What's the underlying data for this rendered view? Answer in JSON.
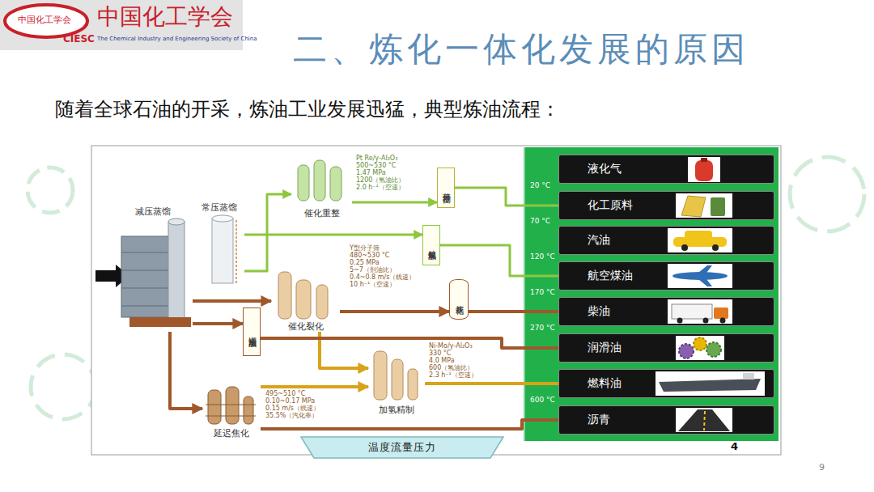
{
  "diagram": {
    "title": "二、炼化一体化发展的原因",
    "nodes": [
      {
        "text": [
          "减压蒸馏"
        ]
      },
      {
        "text": [
          "常压蒸馏"
        ]
      },
      {
        "text": [
          "催化重整"
        ]
      },
      {
        "text": [
          "芳烃抽提"
        ]
      },
      {
        "text": [
          "航煤加氢"
        ]
      },
      {
        "text": [
          "催化裂化"
        ]
      },
      {
        "text": [
          "烷基化"
        ]
      },
      {
        "text": [
          "润滑油加氢"
        ]
      },
      {
        "text": [
          "加氢精制"
        ]
      },
      {
        "text": [
          "延迟焦化"
        ]
      },
      {
        "text": [
          "液化气"
        ]
      },
      {
        "text": [
          "化工原料"
        ]
      },
      {
        "text": [
          "汽油"
        ]
      },
      {
        "text": [
          "航空煤油"
        ]
      },
      {
        "text": [
          "柴油"
        ]
      },
      {
        "text": [
          "润滑油"
        ]
      },
      {
        "text": [
          "燃料油"
        ]
      },
      {
        "text": [
          "沥青"
        ]
      },
      {
        "text": [
          "温度流量压力"
        ]
      }
    ],
    "edges": [
      {
        "from": 1,
        "to": 2,
        "arrow": "to"
      },
      {
        "from": 2,
        "to": 3,
        "arrow": "to"
      },
      {
        "from": 3,
        "to": 11,
        "arrow": "none"
      },
      {
        "from": 1,
        "to": 4,
        "arrow": "to"
      },
      {
        "from": 4,
        "to": 13,
        "arrow": "none"
      },
      {
        "from": 0,
        "to": 5,
        "arrow": "to"
      },
      {
        "from": 5,
        "to": 6,
        "arrow": "to"
      },
      {
        "from": 6,
        "to": 14,
        "arrow": "none"
      },
      {
        "from": 5,
        "to": 8,
        "arrow": "to"
      },
      {
        "from": 0,
        "to": 7,
        "arrow": "to"
      },
      {
        "from": 7,
        "to": 15,
        "arrow": "none"
      },
      {
        "from": 0,
        "to": 9,
        "arrow": "to"
      },
      {
        "from": 9,
        "to": 8,
        "arrow": "to"
      },
      {
        "from": 8,
        "to": 16,
        "arrow": "none"
      },
      {
        "from": 9,
        "to": 17,
        "arrow": "none"
      }
    ],
    "labels": [
      "中国化工学会",
      "CIESC",
      "中国化工学会",
      "The Chemical Industry and Engineering Society of China",
      "随着全球石油的开采，炼油工业发展迅猛，典型炼油流程：",
      "Pt Re/γ-Al₂O₃",
      "500~530 °C",
      "1.47 MPa",
      "1200（氢油比）",
      "2.0 h⁻¹（空速）",
      "Y型分子筛",
      "480~530 °C",
      "0.25 MPa",
      "5~7（剂油比）",
      "0.4~0.8 m/s（线速）",
      "10 h⁻¹（空速）",
      "Ni-Mo/γ-Al₂O₃",
      "330 °C",
      "4.0 MPa",
      "600（氢油比）",
      "2.3 h⁻¹（空速）",
      "495~510 °C",
      "0.10~0.17 MPa",
      "0.15 m/s（线速）",
      "35.5%（汽化率）",
      "20 °C",
      "70 °C",
      "120 °C",
      "170 °C",
      "270 °C",
      "600 °C",
      "4",
      "9"
    ]
  }
}
